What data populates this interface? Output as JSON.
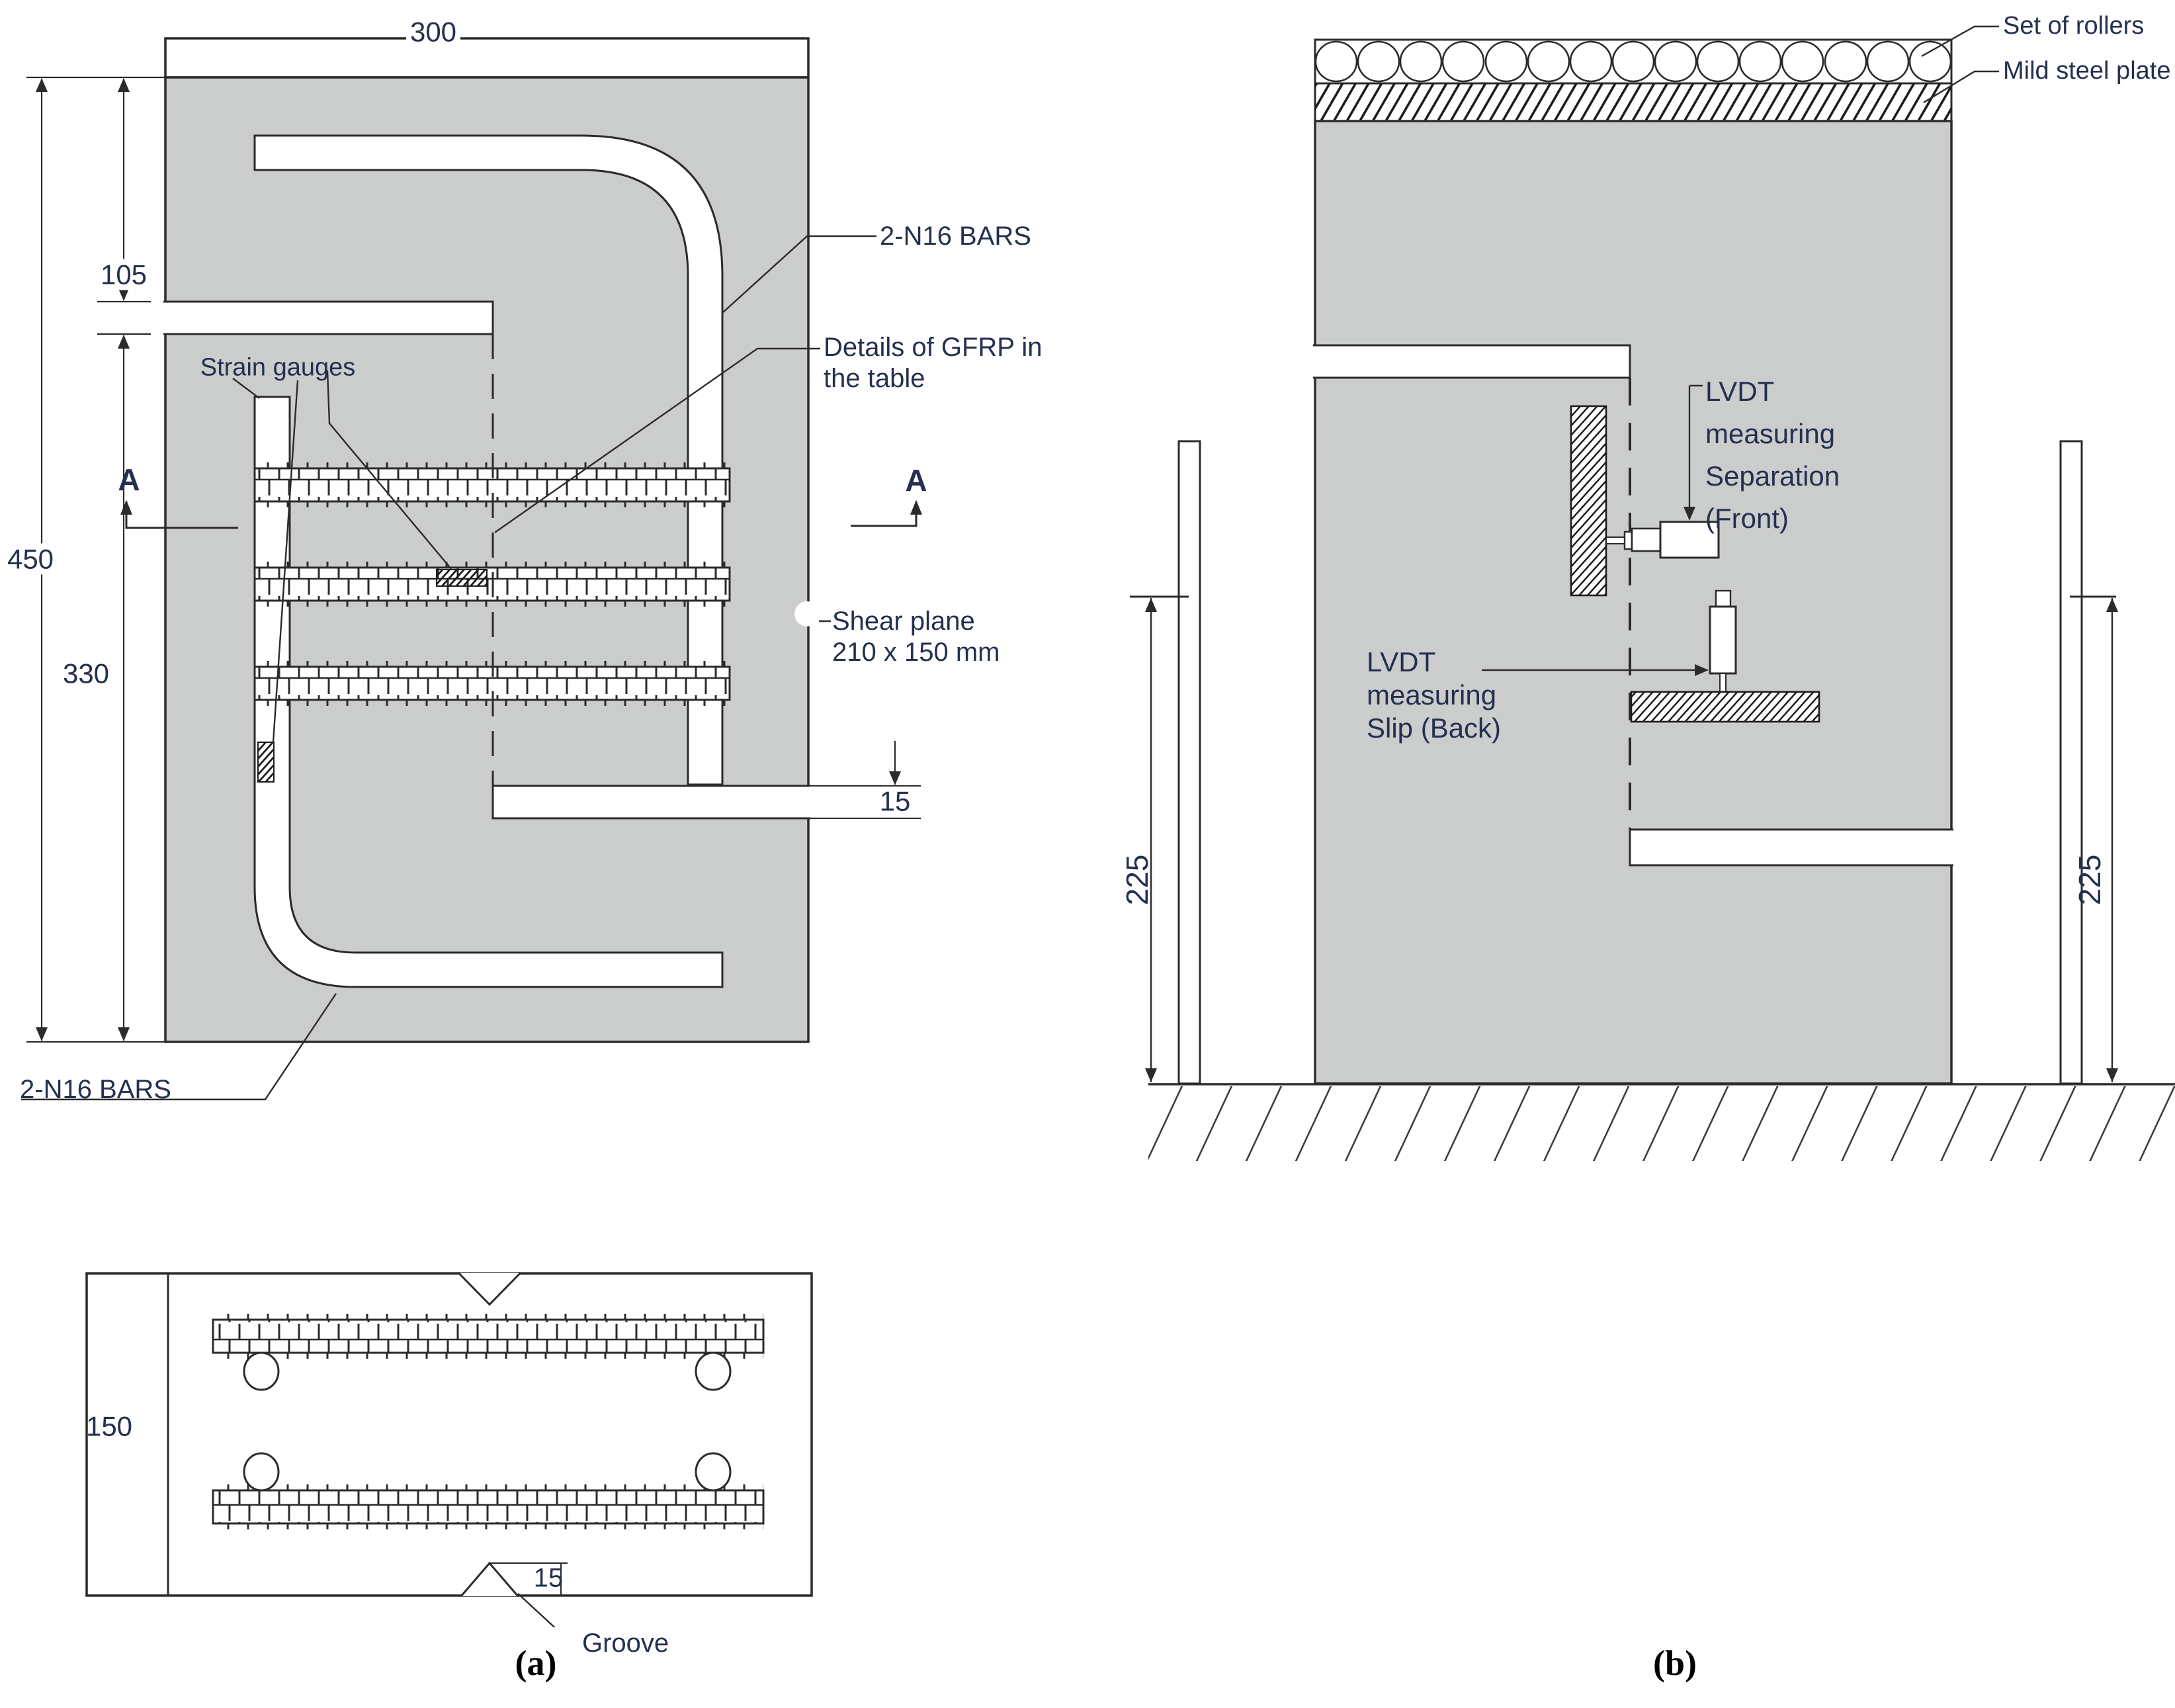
{
  "colors": {
    "body_gray": "#cbcccc",
    "line": "#2b2b2b",
    "label_text": "#24304f",
    "caption_text": "#000000",
    "background": "#ffffff"
  },
  "diagram_a": {
    "dims": {
      "width_top": "300",
      "top_to_slot": "105",
      "total_height": "450",
      "slot_to_bottom": "330",
      "slot_thickness": "15"
    },
    "labels": {
      "bars_top": "2-N16 BARS",
      "bars_bottom": "2-N16 BARS",
      "gfrp_lines": [
        "Details of GFRP in",
        "the table"
      ],
      "strain": "Strain gauges",
      "shear_lines": [
        "Shear plane",
        "210 x 150 mm"
      ],
      "section_mark": "A"
    },
    "section_view": {
      "dims": {
        "height": "150",
        "groove_depth": "15"
      },
      "labels": {
        "groove": "Groove"
      }
    },
    "caption": "(a)"
  },
  "diagram_b": {
    "labels": {
      "rollers": "Set of rollers",
      "steel_plate": "Mild steel plate",
      "lvdt_separation_lines": [
        "LVDT",
        "measuring",
        "Separation",
        "(Front)"
      ],
      "lvdt_slip_lines": [
        "LVDT",
        "measuring",
        "Slip (Back)"
      ]
    },
    "dims": {
      "left_height": "225",
      "right_height": "225"
    },
    "caption": "(b)"
  }
}
